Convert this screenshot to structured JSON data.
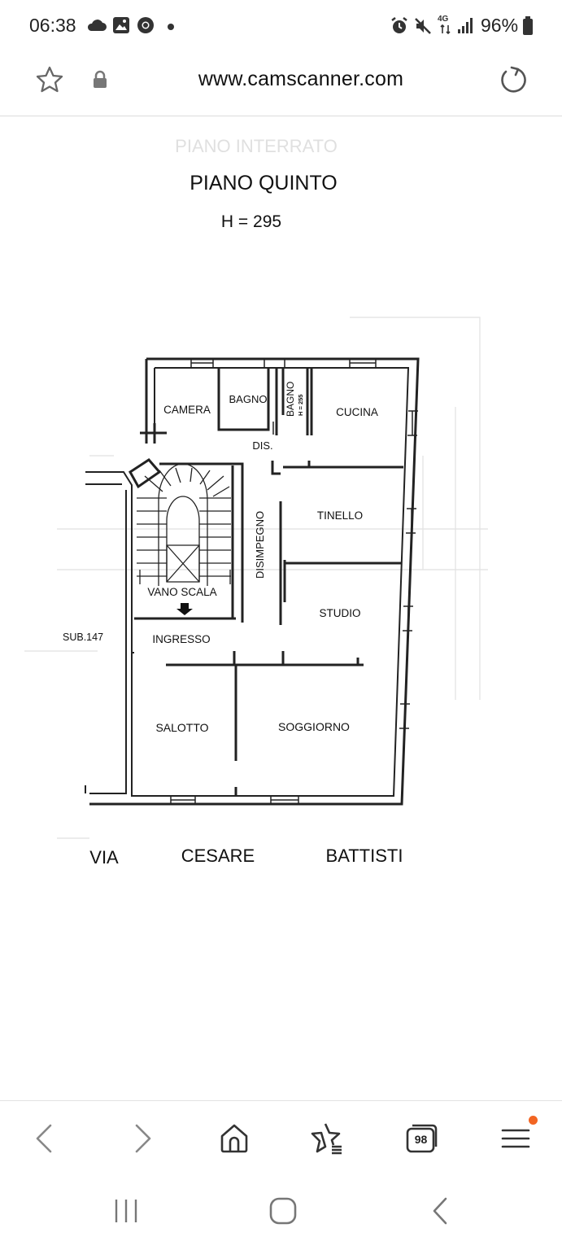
{
  "status_bar": {
    "time": "06:38",
    "network": "4G",
    "battery": "96%",
    "left_icons": [
      "cloud-icon",
      "gallery-icon",
      "chrome-icon",
      "dot-icon"
    ],
    "right_icons": [
      "alarm-icon",
      "mute-icon",
      "network-icon",
      "signal-icon",
      "battery-icon"
    ]
  },
  "browser": {
    "url": "www.camscanner.com",
    "tab_count": "98",
    "icons": {
      "favorite": "star-icon",
      "security": "lock-icon",
      "reload": "reload-icon",
      "back": "back-icon",
      "forward": "forward-icon",
      "home": "home-icon",
      "bookmarks": "bookmark-star-icon",
      "tabs": "tabs-icon",
      "menu": "menu-icon"
    },
    "menu_notification_color": "#f26522"
  },
  "floor_plan": {
    "faded_title": "PIANO INTERRATO",
    "title": "PIANO QUINTO",
    "height": "H = 295",
    "rooms": {
      "camera": "CAMERA",
      "bagno1": "BAGNO",
      "bagno2": "BAGNO",
      "bagno2_height": "H = 255",
      "cucina": "CUCINA",
      "dis": "DIS.",
      "tinello": "TINELLO",
      "disimpegno": "DISIMPEGNO",
      "studio": "STUDIO",
      "vano_scala": "VANO SCALA",
      "ingresso": "INGRESSO",
      "salotto": "SALOTTO",
      "soggiorno": "SOGGIORNO"
    },
    "sub": "SUB.147",
    "street": [
      "VIA",
      "CESARE",
      "BATTISTI"
    ]
  },
  "system_nav": {
    "icons": [
      "recents-icon",
      "home-pill-icon",
      "system-back-icon"
    ]
  }
}
